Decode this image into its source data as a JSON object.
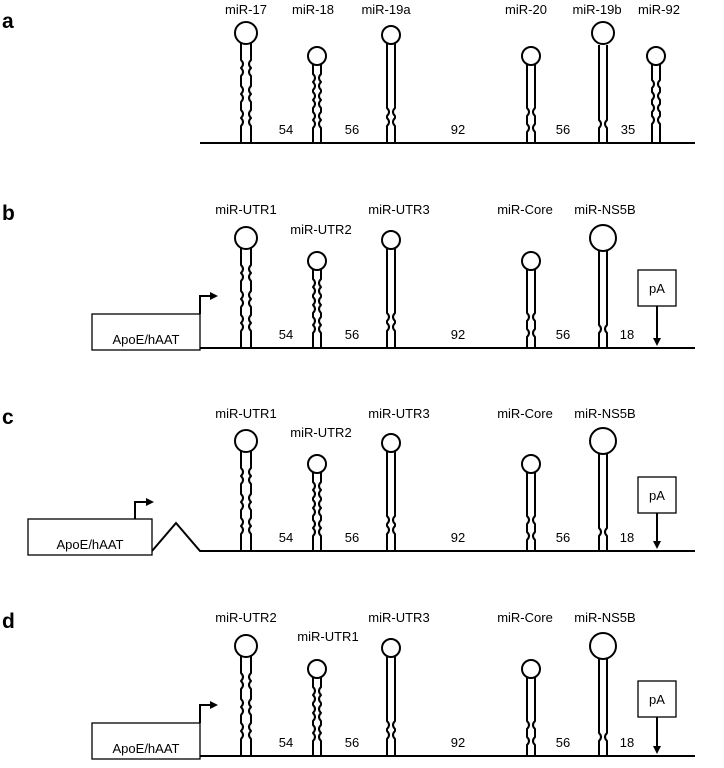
{
  "panels": [
    {
      "id": "a",
      "hairpins": [
        {
          "label": "miR-17"
        },
        {
          "label": "miR-18"
        },
        {
          "label": "miR-19a"
        },
        {
          "label": "miR-20"
        },
        {
          "label": "miR-19b"
        },
        {
          "label": "miR-92"
        }
      ],
      "spacers": [
        "54",
        "56",
        "92",
        "56",
        "35"
      ]
    },
    {
      "id": "b",
      "promoter": "ApoE/hAAT",
      "pA": "pA",
      "hairpins": [
        {
          "label": "miR-UTR1"
        },
        {
          "label": "miR-UTR2"
        },
        {
          "label": "miR-UTR3"
        },
        {
          "label": "miR-Core"
        },
        {
          "label": "miR-NS5B"
        }
      ],
      "spacers": [
        "54",
        "56",
        "92",
        "56",
        "18"
      ]
    },
    {
      "id": "c",
      "promoter": "ApoE/hAAT",
      "pA": "pA",
      "hairpins": [
        {
          "label": "miR-UTR1"
        },
        {
          "label": "miR-UTR2"
        },
        {
          "label": "miR-UTR3"
        },
        {
          "label": "miR-Core"
        },
        {
          "label": "miR-NS5B"
        }
      ],
      "spacers": [
        "54",
        "56",
        "92",
        "56",
        "18"
      ]
    },
    {
      "id": "d",
      "promoter": "ApoE/hAAT",
      "pA": "pA",
      "hairpins": [
        {
          "label": "miR-UTR2"
        },
        {
          "label": "miR-UTR1"
        },
        {
          "label": "miR-UTR3"
        },
        {
          "label": "miR-Core"
        },
        {
          "label": "miR-NS5B"
        }
      ],
      "spacers": [
        "54",
        "56",
        "92",
        "56",
        "18"
      ]
    }
  ]
}
